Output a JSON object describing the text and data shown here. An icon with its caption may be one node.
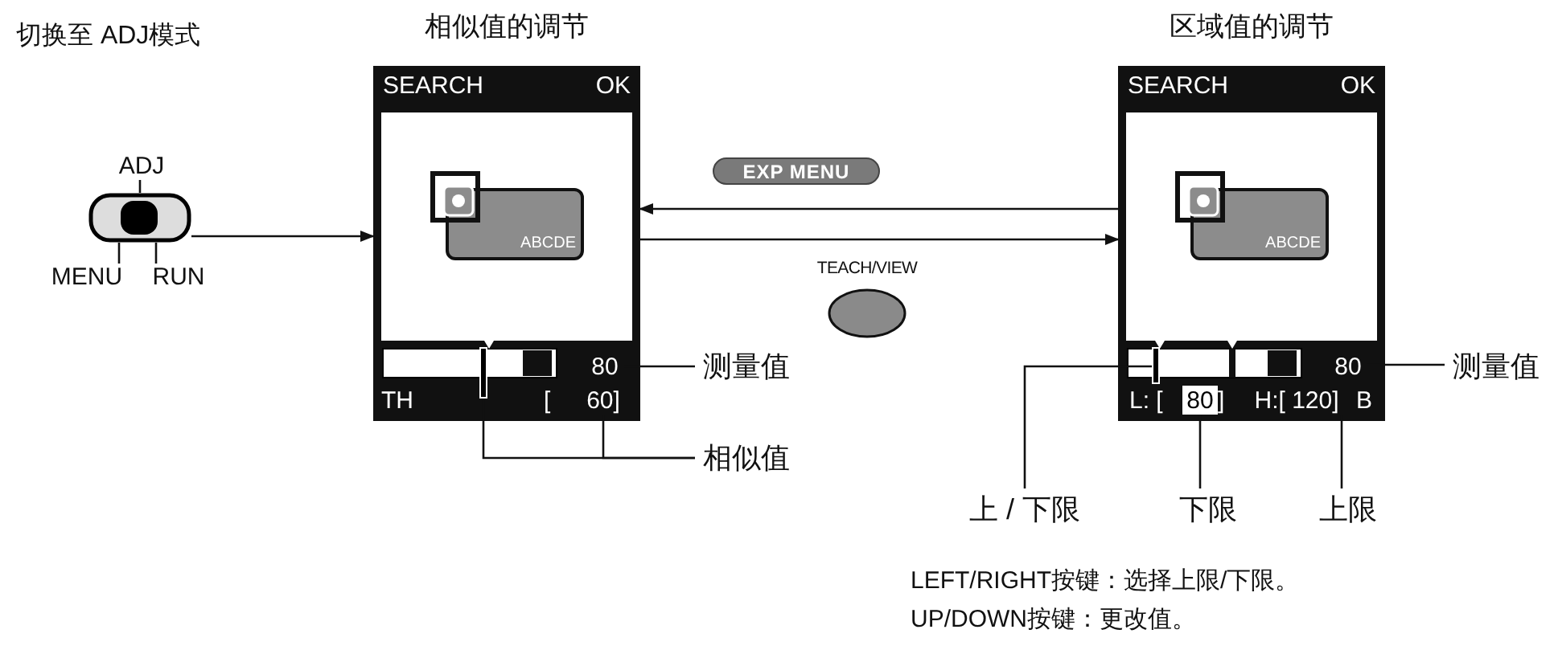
{
  "diagram": {
    "nodes": [
      {
        "text": [],
        "shape": "box"
      },
      {
        "text": [
          "ADJ"
        ]
      },
      {
        "text": [
          "MENU"
        ]
      },
      {
        "text": [
          "RUN"
        ]
      },
      {
        "text": [
          "相似值的调节",
          "SEARCH",
          "OK",
          "TH",
          "["
        ]
      },
      {
        "text": [
          "ABCDE"
        ],
        "in": 4
      },
      {
        "text": [
          "80"
        ],
        "in": 4
      },
      {
        "text": [
          "60]"
        ],
        "in": 4
      },
      {
        "text": [],
        "shape": "bar",
        "in": 4
      },
      {
        "text": [
          "测量值"
        ]
      },
      {
        "text": [
          "相似值"
        ]
      },
      {
        "text": [
          "EXP MENU"
        ]
      },
      {
        "text": [
          "TEACH/VIEW"
        ]
      },
      {
        "text": [
          "区域值的调节",
          "SEARCH",
          "OK",
          "L: [",
          "]",
          "B"
        ]
      },
      {
        "text": [
          "ABCDE"
        ],
        "in": 13
      },
      {
        "text": [
          "80"
        ],
        "in": 13
      },
      {
        "text": [],
        "shape": "bar",
        "in": 13
      },
      {
        "text": [
          "80"
        ],
        "in": 13
      },
      {
        "text": [
          "H:[ 120]"
        ],
        "in": 13
      },
      {
        "text": [
          "测量值"
        ]
      },
      {
        "text": [
          "上 / 下限"
        ]
      },
      {
        "text": [
          "下限"
        ]
      },
      {
        "text": [
          "上限"
        ]
      }
    ],
    "edges": [
      {
        "from": 0,
        "to": 4,
        "arrow": "to"
      },
      {
        "from": 1,
        "to": 0,
        "arrow": "none"
      },
      {
        "from": 2,
        "to": 0,
        "arrow": "none"
      },
      {
        "from": 3,
        "to": 0,
        "arrow": "none"
      },
      {
        "from": 13,
        "to": 4,
        "arrow": "to"
      },
      {
        "from": 4,
        "to": 13,
        "arrow": "to"
      },
      {
        "from": 9,
        "to": 6,
        "arrow": "none"
      },
      {
        "from": 10,
        "to": 8,
        "arrow": "none"
      },
      {
        "from": 10,
        "to": 7,
        "arrow": "none"
      },
      {
        "from": 19,
        "to": 15,
        "arrow": "none"
      },
      {
        "from": 20,
        "to": 16,
        "arrow": "none"
      },
      {
        "from": 21,
        "to": 17,
        "arrow": "none"
      },
      {
        "from": 22,
        "to": 18,
        "arrow": "none"
      }
    ],
    "labels": [
      "切换至 ADJ模式",
      "LEFT/RIGHT按键：选择上限/下限。",
      "UP/DOWN按键：更改值。"
    ]
  }
}
